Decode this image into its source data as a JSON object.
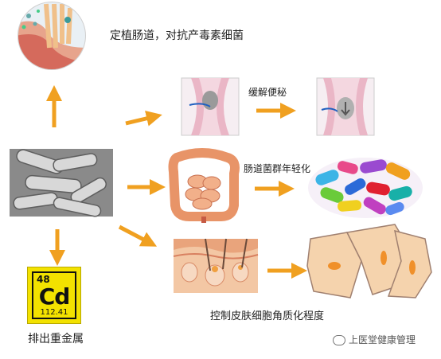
{
  "labels": {
    "colonize": "定植肠道，对抗产毒素细菌",
    "relieve_constipation": "缓解便秘",
    "rejuvenate_flora": "肠道菌群年轻化",
    "skin_keratinization": "控制皮肤细胞角质化程度",
    "heavy_metal": "排出重金属"
  },
  "element_card": {
    "atomic_number": "48",
    "symbol": "Cd",
    "atomic_mass": "112.41"
  },
  "watermark": "上医堂健康管理",
  "colors": {
    "arrow": "#f0a020",
    "element_bg": "#f3e200"
  }
}
